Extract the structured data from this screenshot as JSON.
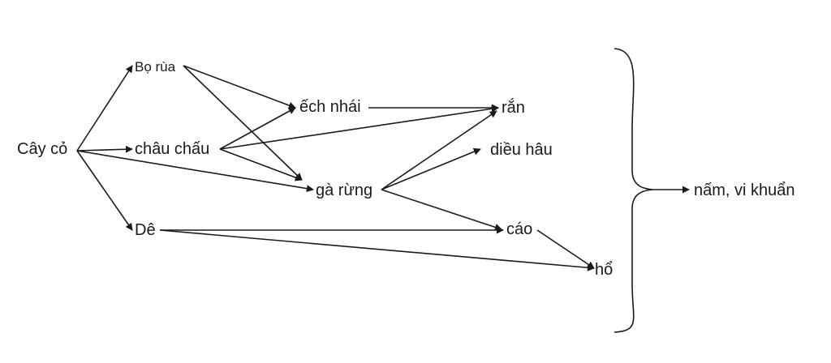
{
  "nodes": {
    "cay_co": "Cây cỏ",
    "bo_rua": "Bọ rùa",
    "chau_chau": "châu chấu",
    "de": "Dê",
    "ech_nhai": "ếch nhái",
    "ga_rung": "gà rừng",
    "ran": "rắn",
    "dieu_hau": "diều hâu",
    "cao": "cáo",
    "ho": "hổ",
    "nam_vi_khuan": "nấm,  vi khuẩn"
  },
  "edges": [
    [
      "cay_co",
      "bo_rua"
    ],
    [
      "cay_co",
      "chau_chau"
    ],
    [
      "cay_co",
      "de"
    ],
    [
      "cay_co",
      "ga_rung"
    ],
    [
      "bo_rua",
      "ech_nhai"
    ],
    [
      "bo_rua",
      "ga_rung"
    ],
    [
      "chau_chau",
      "ech_nhai"
    ],
    [
      "chau_chau",
      "ga_rung"
    ],
    [
      "chau_chau",
      "ran"
    ],
    [
      "ech_nhai",
      "ran"
    ],
    [
      "ga_rung",
      "ran"
    ],
    [
      "ga_rung",
      "dieu_hau"
    ],
    [
      "ga_rung",
      "cao"
    ],
    [
      "de",
      "cao"
    ],
    [
      "de",
      "ho"
    ],
    [
      "cao",
      "ho"
    ],
    [
      "decomposer_brace",
      "nam_vi_khuan"
    ]
  ],
  "colors": {
    "stroke": "#1a1a1a",
    "text": "#1a1a1a"
  }
}
